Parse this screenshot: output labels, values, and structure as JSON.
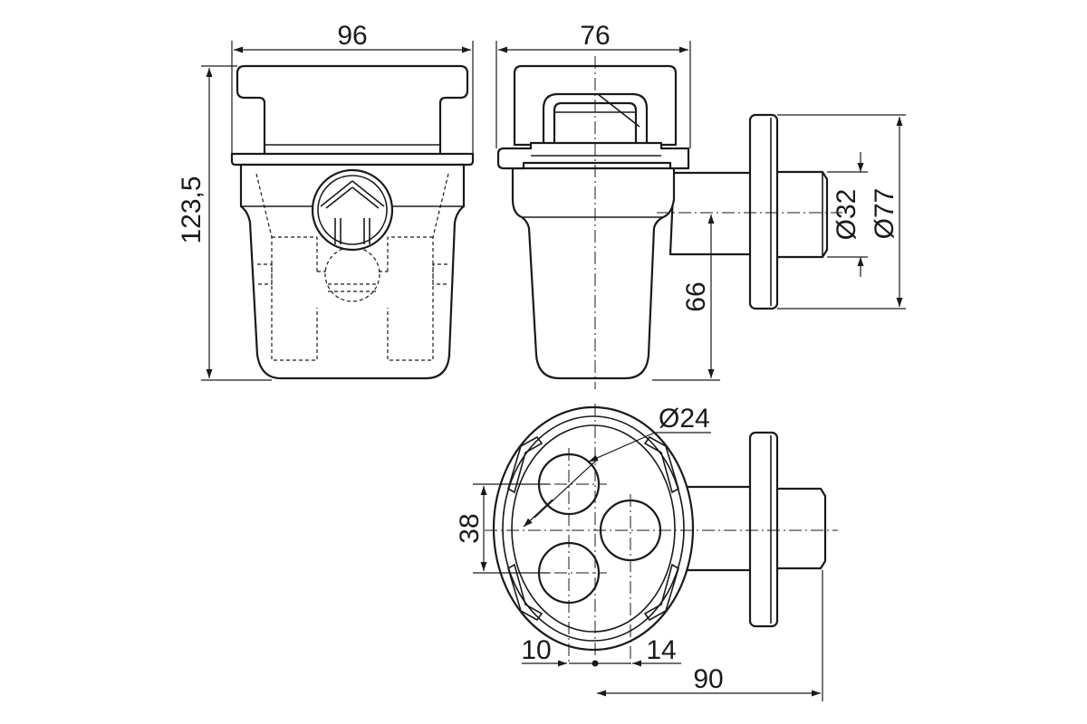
{
  "dimensions": {
    "front_width": "96",
    "side_width": "76",
    "overall_height": "123,5",
    "outlet_height": "66",
    "outlet_inner_diameter": "Ø32",
    "flange_diameter": "Ø77",
    "inlet_hole_diameter": "Ø24",
    "hole_spacing": "38",
    "offset_left": "10",
    "offset_right": "14",
    "outlet_length": "90"
  },
  "colors": {
    "line": "#1a1a1a",
    "background": "#ffffff"
  }
}
